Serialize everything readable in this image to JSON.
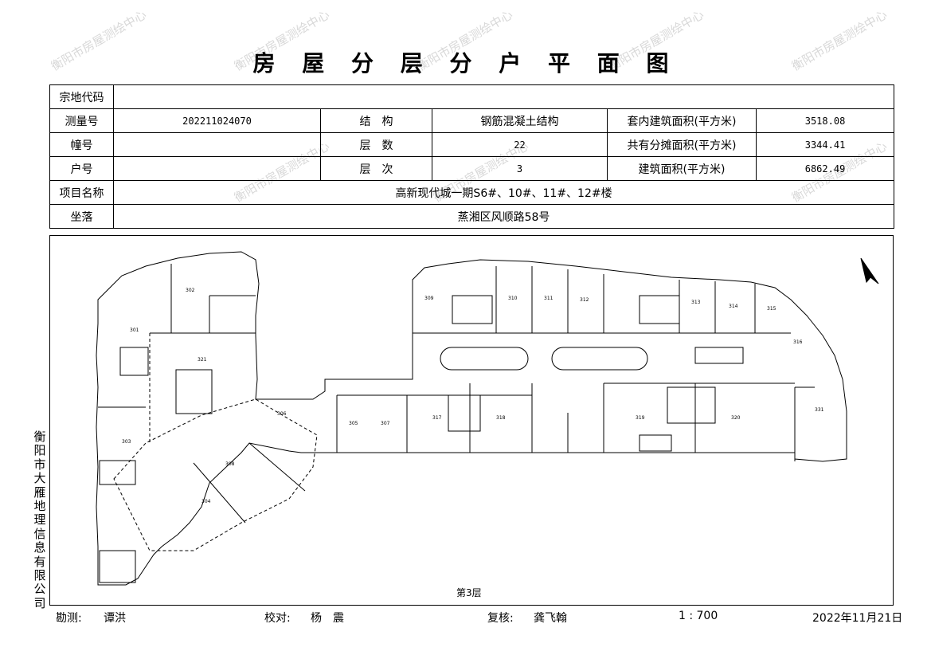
{
  "title": "房 屋 分 层 分 户 平 面 图",
  "watermark": "衡阳市房屋测绘中心",
  "info": {
    "zongdi_label": "宗地代码",
    "zongdi_value": "",
    "survey_label": "测量号",
    "survey_value": "202211024070",
    "structure_label": "结　构",
    "structure_value": "钢筋混凝土结构",
    "inner_area_label": "套内建筑面积(平方米)",
    "inner_area_value": "3518.08",
    "building_label": "幢号",
    "building_value": "",
    "floors_label": "层　数",
    "floors_value": "22",
    "shared_area_label": "共有分摊面积(平方米)",
    "shared_area_value": "3344.41",
    "unit_label": "户号",
    "unit_value": "",
    "floor_no_label": "层　次",
    "floor_no_value": "3",
    "total_area_label": "建筑面积(平方米)",
    "total_area_value": "6862.49",
    "project_label": "项目名称",
    "project_value": "高新现代城一期S6#、10#、11#、12#楼",
    "location_label": "坐落",
    "location_value": "蒸湘区风顺路58号"
  },
  "plan": {
    "floor_caption": "第3层",
    "rooms": [
      "301",
      "302",
      "303",
      "304",
      "305",
      "306",
      "307",
      "308",
      "309",
      "310",
      "311",
      "312",
      "313",
      "314",
      "315",
      "316",
      "317",
      "318",
      "319",
      "320",
      "321",
      "331"
    ],
    "north_arrow": "north-arrow-icon"
  },
  "side_text": "衡阳市大雁地理信息有限公司",
  "footer": {
    "surveyor_label": "勘测:",
    "surveyor_name": "谭洪",
    "checker_label": "校对:",
    "checker_name": "杨　震",
    "reviewer_label": "复核:",
    "reviewer_name": "龚飞翰",
    "scale": "1 : 700",
    "date": "2022年11月21日"
  }
}
